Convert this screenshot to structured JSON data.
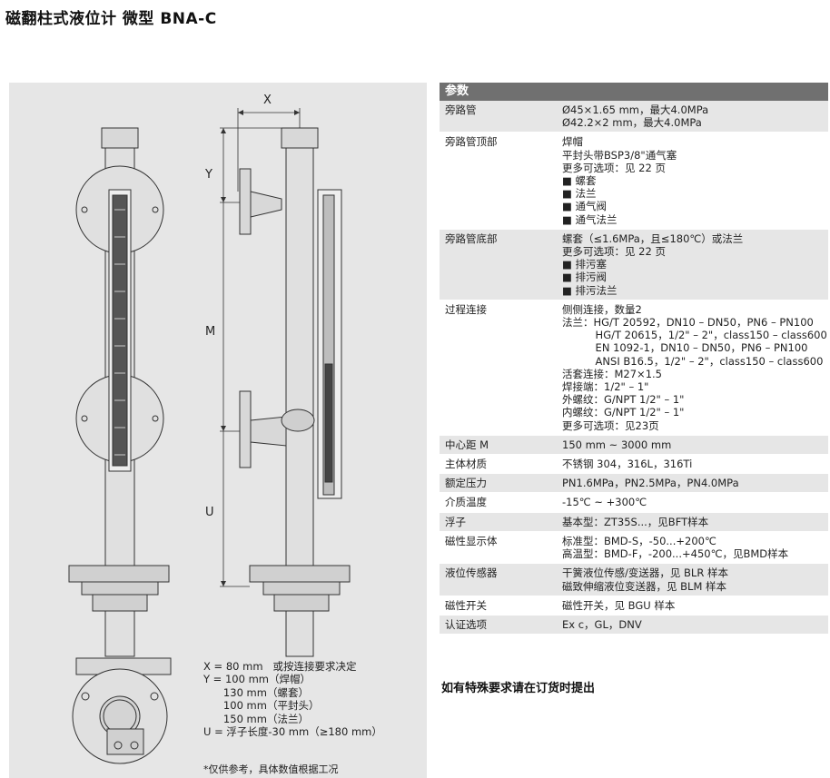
{
  "title": "磁翻柱式液位计 微型 BNA-C",
  "drawing": {
    "labels": {
      "x": "X",
      "y": "Y",
      "m": "M",
      "u": "U"
    },
    "dims": [
      "X = 80 mm   或按连接要求决定",
      "Y = 100 mm（焊帽）",
      "      130 mm（螺套）",
      "      100 mm（平封头）",
      "      150 mm（法兰）",
      "U = 浮子长度-30 mm（≥180 mm）"
    ],
    "note": "*仅供参考，具体数值根据工况"
  },
  "spec": {
    "header": "参数",
    "rows": [
      {
        "key": "旁路管",
        "lines": [
          "Ø45×1.65 mm，最大4.0MPa",
          "Ø42.2×2 mm，最大4.0MPa"
        ]
      },
      {
        "key": "旁路管顶部",
        "lines": [
          "焊帽",
          "平封头带BSP3/8\"通气塞",
          "更多可选项：见 22 页",
          "■ 螺套",
          "■ 法兰",
          "■ 通气阀",
          "■ 通气法兰"
        ]
      },
      {
        "key": "旁路管底部",
        "lines": [
          "螺套（≤1.6MPa，且≤180℃）或法兰",
          "更多可选项：见 22 页",
          "■ 排污塞",
          "■ 排污阀",
          "■ 排污法兰"
        ]
      },
      {
        "key": "过程连接",
        "lines": [
          "侧侧连接，数量2",
          "法兰：HG/T 20592，DN10 – DN50，PN6 – PN100",
          "          HG/T 20615，1/2\" – 2\"，class150 – class600",
          "          EN 1092-1，DN10 – DN50，PN6 – PN100",
          "          ANSI B16.5，1/2\" – 2\"，class150 – class600",
          "活套连接：M27×1.5",
          "焊接端：1/2\" – 1\"",
          "外螺纹：G/NPT 1/2\" – 1\"",
          "内螺纹：G/NPT 1/2\" – 1\"",
          "更多可选项：见23页"
        ]
      },
      {
        "key": "中心距 M",
        "lines": [
          "150 mm ~ 3000 mm"
        ]
      },
      {
        "key": "主体材质",
        "lines": [
          "不锈钢 304，316L，316Ti"
        ]
      },
      {
        "key": "额定压力",
        "lines": [
          "PN1.6MPa，PN2.5MPa，PN4.0MPa"
        ]
      },
      {
        "key": "介质温度",
        "lines": [
          "-15℃ ~ +300℃"
        ]
      },
      {
        "key": "浮子",
        "lines": [
          "基本型：ZT35S...，见BFT样本"
        ]
      },
      {
        "key": "磁性显示体",
        "lines": [
          "标准型：BMD-S，-50...+200℃",
          "高温型：BMD-F，-200...+450℃，见BMD样本"
        ]
      },
      {
        "key": "液位传感器",
        "lines": [
          "干簧液位传感/变送器，见 BLR 样本",
          "磁致伸缩液位变送器，见 BLM 样本"
        ]
      },
      {
        "key": "磁性开关",
        "lines": [
          "磁性开关，见 BGU 样本"
        ]
      },
      {
        "key": "认证选项",
        "lines": [
          "Ex c，GL，DNV"
        ]
      }
    ]
  },
  "footer": "如有特殊要求请在订货时提出"
}
